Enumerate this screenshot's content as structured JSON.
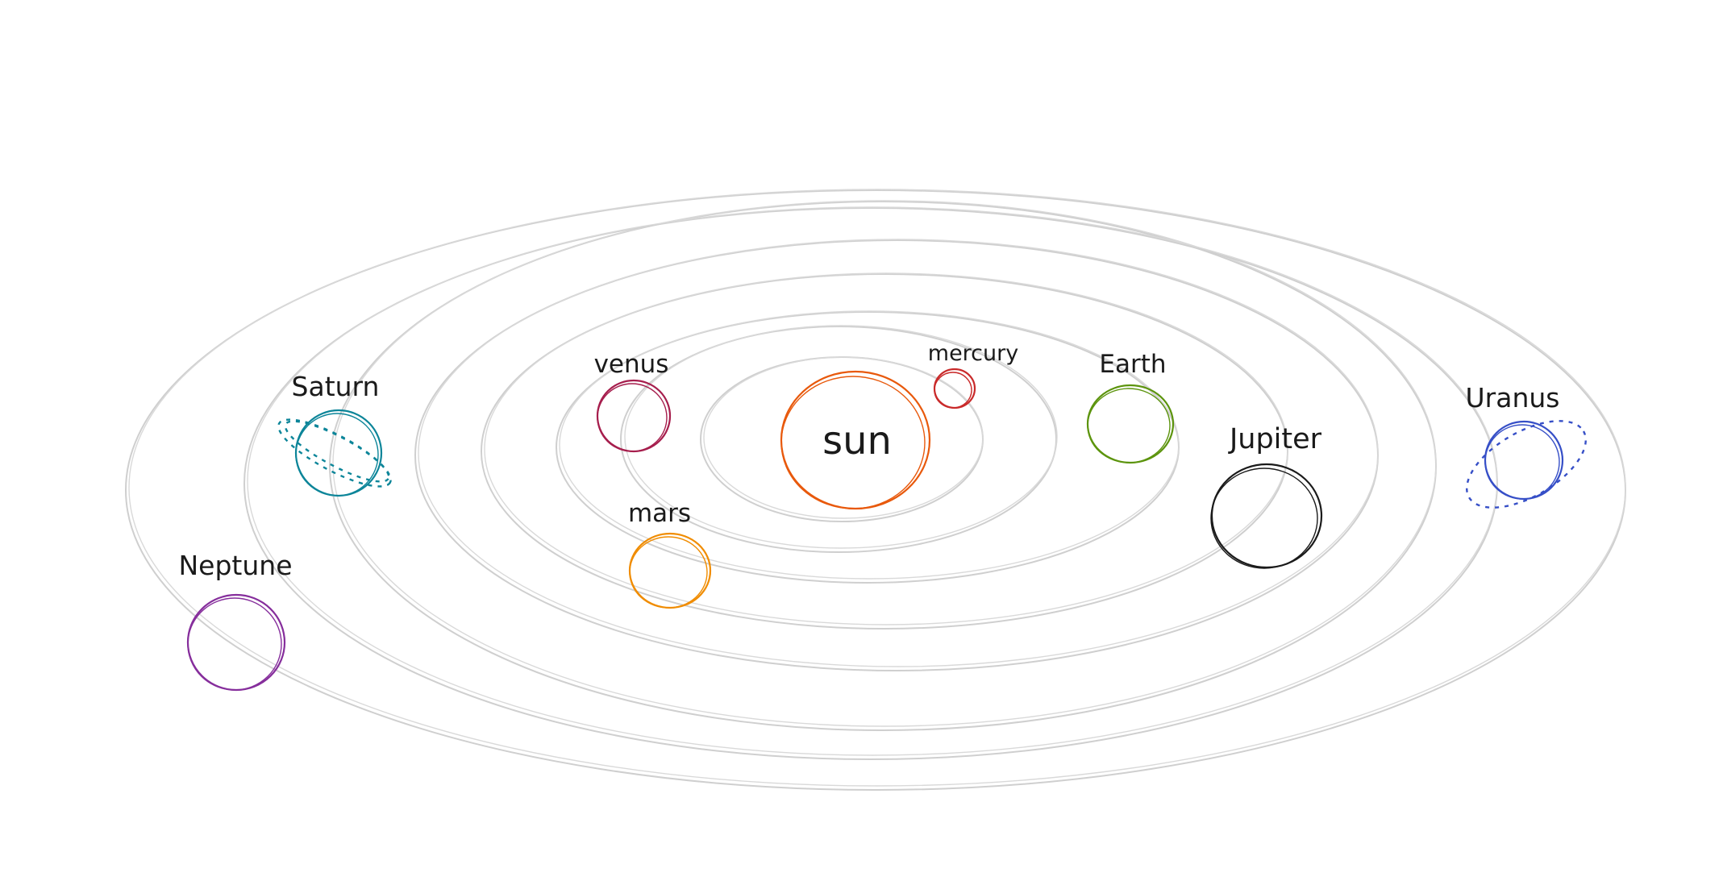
{
  "sun": {
    "label": "sun",
    "color": "#e8590c"
  },
  "planets": [
    {
      "key": "mercury",
      "label": "mercury",
      "color": "#c92a2a"
    },
    {
      "key": "venus",
      "label": "venus",
      "color": "#a61e4d"
    },
    {
      "key": "earth",
      "label": "Earth",
      "color": "#5c940d"
    },
    {
      "key": "mars",
      "label": "mars",
      "color": "#f08c00"
    },
    {
      "key": "jupiter",
      "label": "Jupiter",
      "color": "#1a1a1a"
    },
    {
      "key": "saturn",
      "label": "Saturn",
      "color": "#0c8599"
    },
    {
      "key": "uranus",
      "label": "Uranus",
      "color": "#364fc7"
    },
    {
      "key": "neptune",
      "label": "Neptune",
      "color": "#862e9c"
    }
  ],
  "orbit_color": "#cfcfcf"
}
